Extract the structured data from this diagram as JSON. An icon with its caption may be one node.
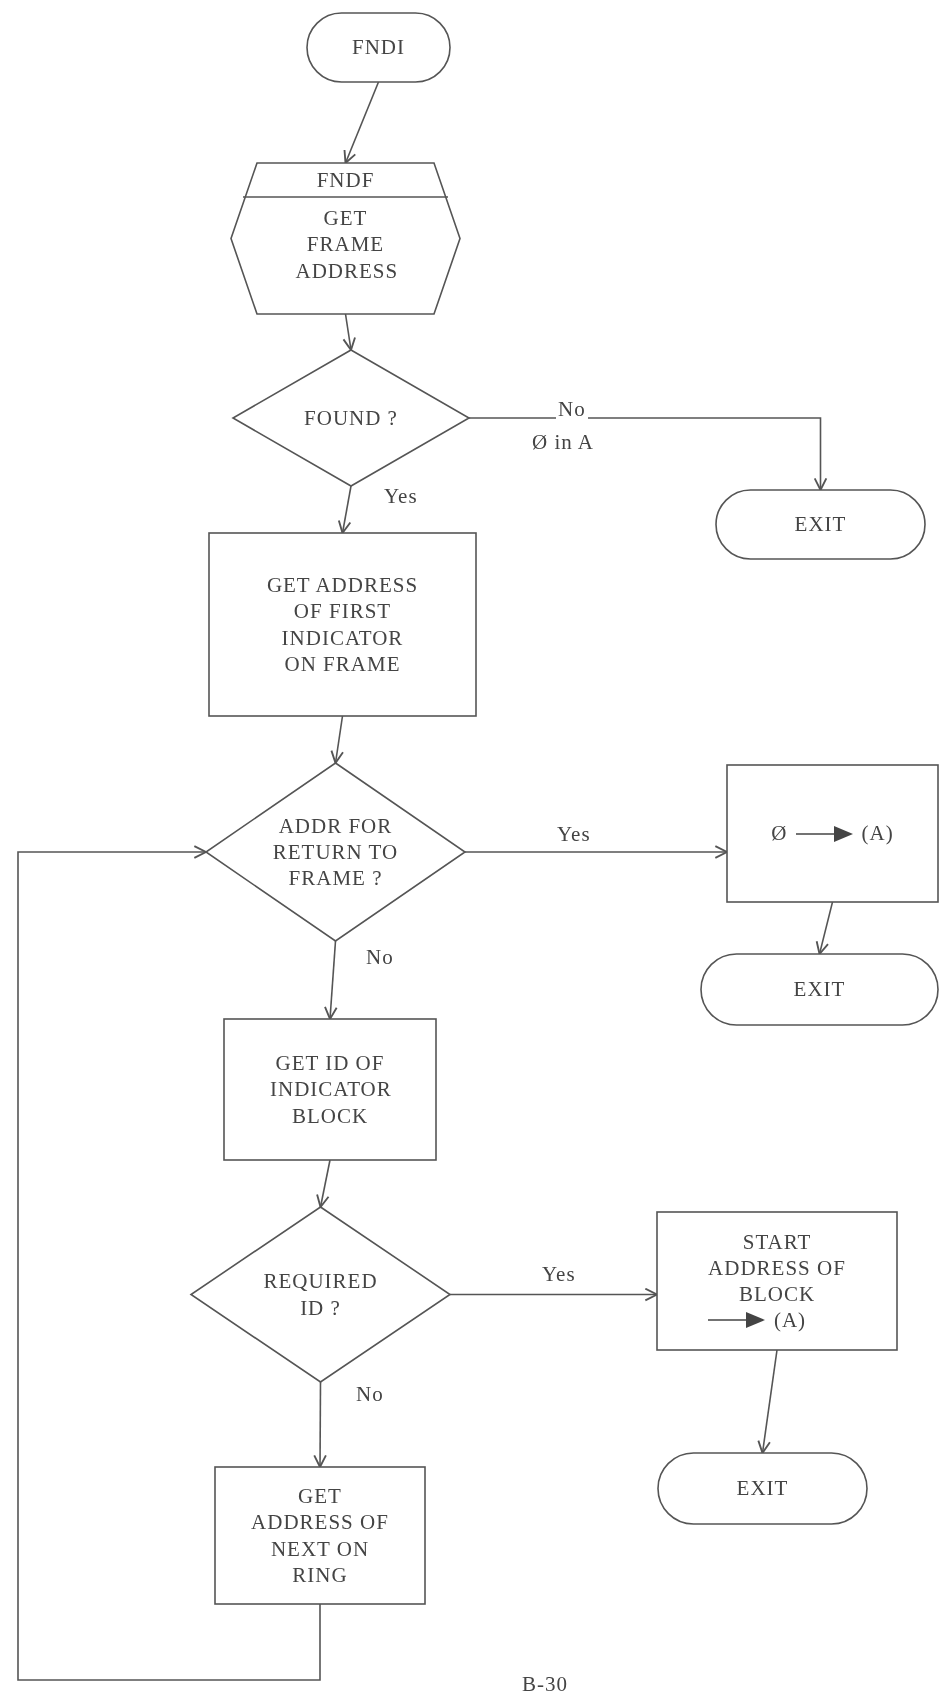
{
  "diagram": {
    "nodes": [
      {
        "text": [
          "FNDI"
        ]
      },
      {
        "text": [
          "FNDF",
          "GET FRAME ADDRESS"
        ]
      },
      {
        "text": [
          "FOUND ?"
        ]
      },
      {
        "text": [
          "EXIT"
        ]
      },
      {
        "text": [
          "GET ADDRESS OF FIRST INDICATOR ON FRAME"
        ]
      },
      {
        "text": [
          "ADDR FOR RETURN TO FRAME ?"
        ]
      },
      {
        "text": [
          "Ø",
          "(A)"
        ]
      },
      {
        "text": [
          "EXIT"
        ]
      },
      {
        "text": [
          "GET ID OF INDICATOR BLOCK"
        ]
      },
      {
        "text": [
          "REQUIRED ID ?"
        ]
      },
      {
        "text": [
          "START ADDRESS OF BLOCK",
          "(A)"
        ]
      },
      {
        "text": [
          "EXIT"
        ]
      },
      {
        "text": [
          "GET ADDRESS OF NEXT ON RING"
        ]
      }
    ],
    "edges": [
      {
        "from": 0,
        "to": 1,
        "arrow": "to"
      },
      {
        "from": 1,
        "to": 2,
        "arrow": "to"
      },
      {
        "from": 2,
        "to": 3,
        "arrow": "to",
        "label": "No"
      },
      {
        "from": 2,
        "to": 4,
        "arrow": "to",
        "label": "Yes"
      },
      {
        "from": 4,
        "to": 5,
        "arrow": "to"
      },
      {
        "from": 5,
        "to": 6,
        "arrow": "to",
        "label": "Yes"
      },
      {
        "from": 6,
        "to": 7,
        "arrow": "to"
      },
      {
        "from": 5,
        "to": 8,
        "arrow": "to",
        "label": "No"
      },
      {
        "from": 8,
        "to": 9,
        "arrow": "to"
      },
      {
        "from": 9,
        "to": 10,
        "arrow": "to",
        "label": "Yes"
      },
      {
        "from": 10,
        "to": 11,
        "arrow": "to"
      },
      {
        "from": 9,
        "to": 12,
        "arrow": "to",
        "label": "No"
      },
      {
        "from": 12,
        "to": 5,
        "arrow": "to"
      }
    ],
    "labels": [
      "Ø in A",
      "B-30"
    ]
  }
}
